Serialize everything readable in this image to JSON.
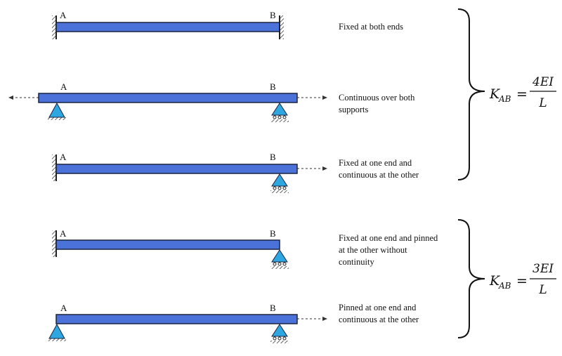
{
  "cases": [
    {
      "label_a": "A",
      "label_b": "B",
      "lines": [
        "Fixed at both ends"
      ]
    },
    {
      "label_a": "A",
      "label_b": "B",
      "lines": [
        "Continuous over both",
        "supports"
      ]
    },
    {
      "label_a": "A",
      "label_b": "B",
      "lines": [
        "Fixed at one end and",
        "continuous at the other"
      ]
    },
    {
      "label_a": "A",
      "label_b": "B",
      "lines": [
        "Fixed at one end and pinned",
        "at the other without",
        "continuity"
      ]
    },
    {
      "label_a": "A",
      "label_b": "B",
      "lines": [
        "Pinned at one end and",
        "continuous at the other"
      ]
    }
  ],
  "formulas": [
    {
      "symbol": "K",
      "subscript": "AB",
      "equals": "=",
      "numerator": "4EI",
      "denominator": "L"
    },
    {
      "symbol": "K",
      "subscript": "AB",
      "equals": "=",
      "numerator": "3EI",
      "denominator": "L"
    }
  ],
  "colors": {
    "beam": "#4A72D9",
    "beam_edge": "#1A2340",
    "support": "#2EA7E0",
    "wall": "#222222"
  }
}
